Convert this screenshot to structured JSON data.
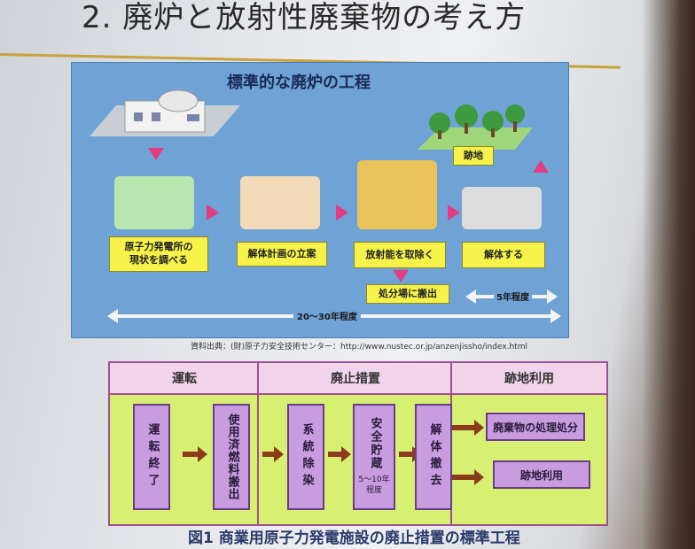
{
  "slide": {
    "title": "2. 廃炉と放射性廃棄物の考え方"
  },
  "top_figure": {
    "title": "標準的な廃炉の工程",
    "steps": [
      "原子力発電所の\n現状を調べる",
      "解体計画の立案",
      "放射能を取除く",
      "解体する"
    ],
    "landing": "跡地",
    "disposal": "処分場に搬出",
    "span_short": "5年程度",
    "span_long": "20～30年程度",
    "source": "資料出典：(財)原子力安全技術センター：http://www.nustec.or.jp/anzenjissho/index.html"
  },
  "bottom_figure": {
    "headers": [
      "運転",
      "廃止措置",
      "跡地利用"
    ],
    "boxes": [
      "運転終了",
      "使用済燃料搬出",
      "系統除染",
      "安全貯蔵",
      "解体撤去"
    ],
    "storage_period": "5～10年程度",
    "outcomes": [
      "廃棄物の処理処分",
      "跡地利用"
    ],
    "caption": "図1  商業用原子力発電施設の廃止措置の標準工程"
  },
  "colors": {
    "figure_bg": "#6fa3d6",
    "label_yellow": "#f6f24a",
    "arrow_pink": "#e23c82",
    "diagram_green": "#d7f072",
    "box_purple": "#c89de0",
    "border_purple": "#a14f93"
  }
}
